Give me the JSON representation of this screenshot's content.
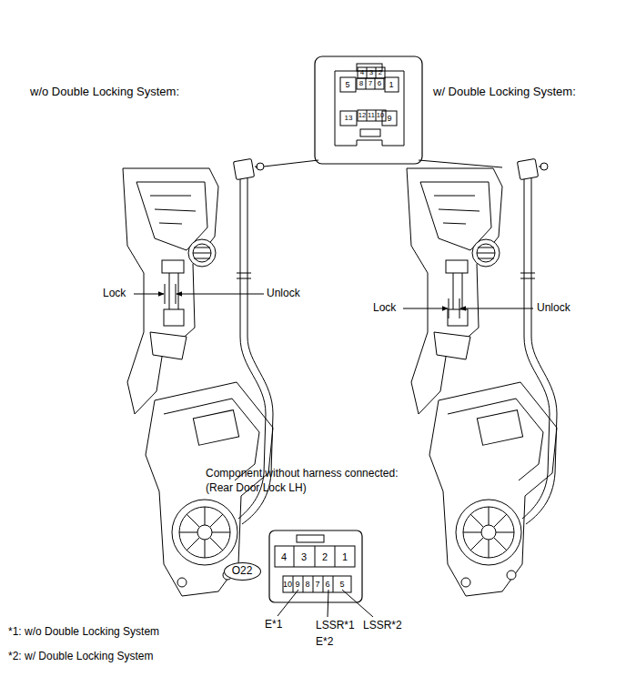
{
  "diagram": {
    "nodes": [
      {
        "text": [
          "O22"
        ]
      }
    ],
    "labels": [
      "w/o Double Locking System:",
      "w/ Double Locking System:",
      "4",
      "3",
      "2",
      "5",
      "8",
      "7",
      "6",
      "1",
      "13",
      "12",
      "11",
      "10",
      "9",
      "Lock",
      "Unlock",
      "Lock",
      "Unlock",
      "Component without harness connected:",
      "(Rear Door Lock LH)",
      "4",
      "3",
      "2",
      "1",
      "10",
      "9",
      "8",
      "7",
      "6",
      "5",
      "E*1",
      "LSSR*1",
      "E*2",
      "LSSR*2",
      "*1: w/o Double Locking System",
      "*2: w/ Double Locking System"
    ]
  }
}
